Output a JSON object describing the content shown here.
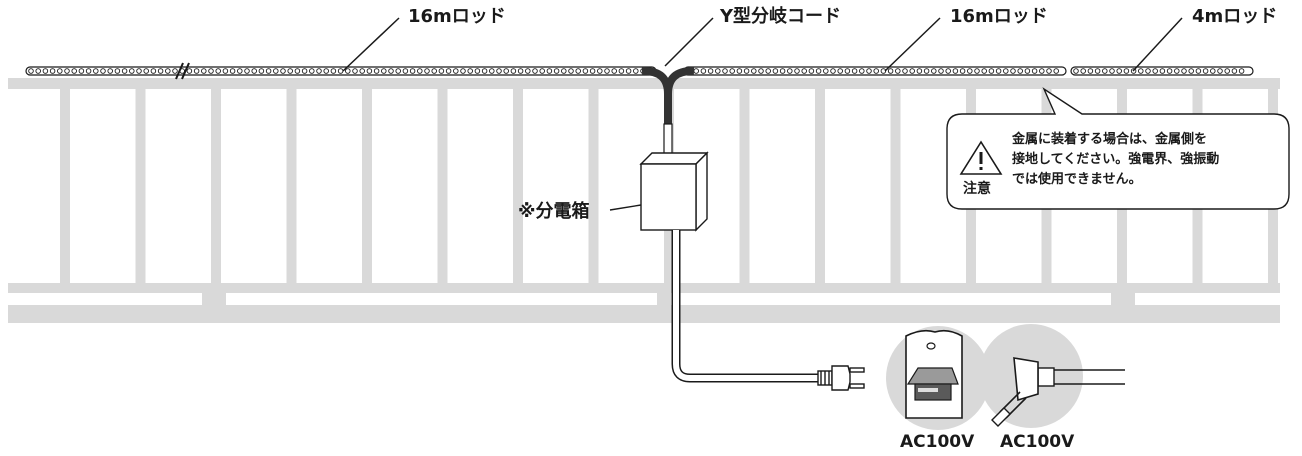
{
  "labels": {
    "rod_left": "16mロッド",
    "y_cord": "Y型分岐コード",
    "rod_right": "16mロッド",
    "rod_short": "4mロッド",
    "junction_box": "※分電箱"
  },
  "caution": {
    "caption": "注意",
    "lines": [
      "金属に装着する場合は、金属側を",
      "接地してください。強電界、強振動",
      "では使用できません。"
    ]
  },
  "outlets": {
    "wall": "AC100V",
    "plug": "AC100V"
  },
  "colors": {
    "fence": "#d9d9d9",
    "line": "#1a1a1a",
    "bubble_bg": "#ffffff"
  },
  "icons": {
    "warning": "warning-triangle-icon",
    "break": "break-mark-icon",
    "plug": "power-plug-icon"
  }
}
